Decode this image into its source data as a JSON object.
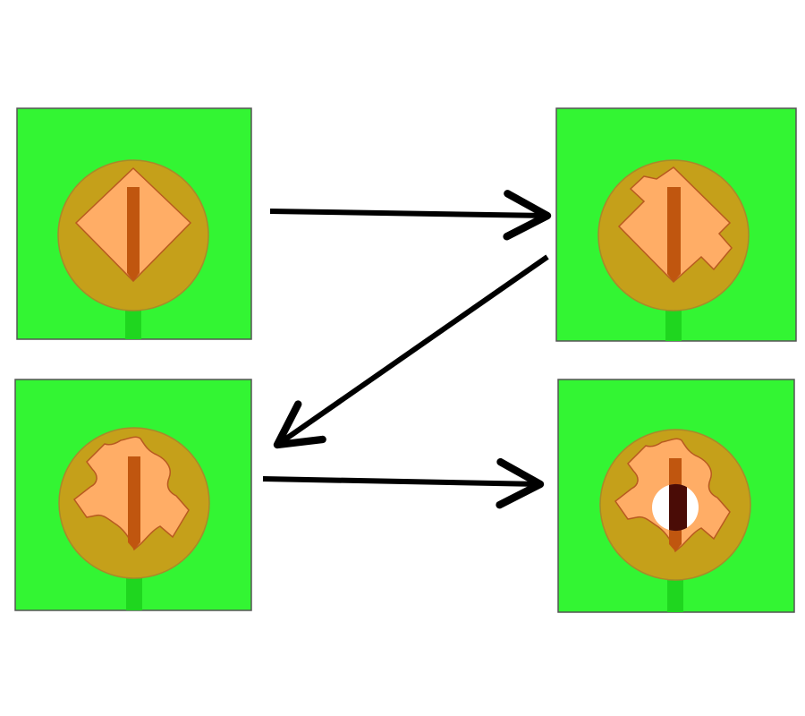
{
  "diagram": {
    "panels": [
      {
        "id": "stage-1",
        "shape": "diamond",
        "hole": false
      },
      {
        "id": "stage-2",
        "shape": "diamond-notched",
        "hole": false
      },
      {
        "id": "stage-3",
        "shape": "blob",
        "hole": false
      },
      {
        "id": "stage-4",
        "shape": "blob",
        "hole": true
      }
    ],
    "arrows": [
      {
        "from": "stage-1",
        "to": "stage-2",
        "direction": "right"
      },
      {
        "from": "stage-2",
        "to": "stage-3",
        "direction": "down-left"
      },
      {
        "from": "stage-3",
        "to": "stage-4",
        "direction": "right"
      }
    ],
    "colors": {
      "background": "#33f533",
      "stem": "#1fd61f",
      "circle_fill": "#c5a01a",
      "circle_stroke": "#a88a2a",
      "shape_fill": "#ffad66",
      "shape_stroke": "#b85a20",
      "needle": "#c0560f",
      "hole_fill": "#ffffff",
      "hole_dark": "#4a0c06",
      "arrow": "#000000"
    }
  }
}
